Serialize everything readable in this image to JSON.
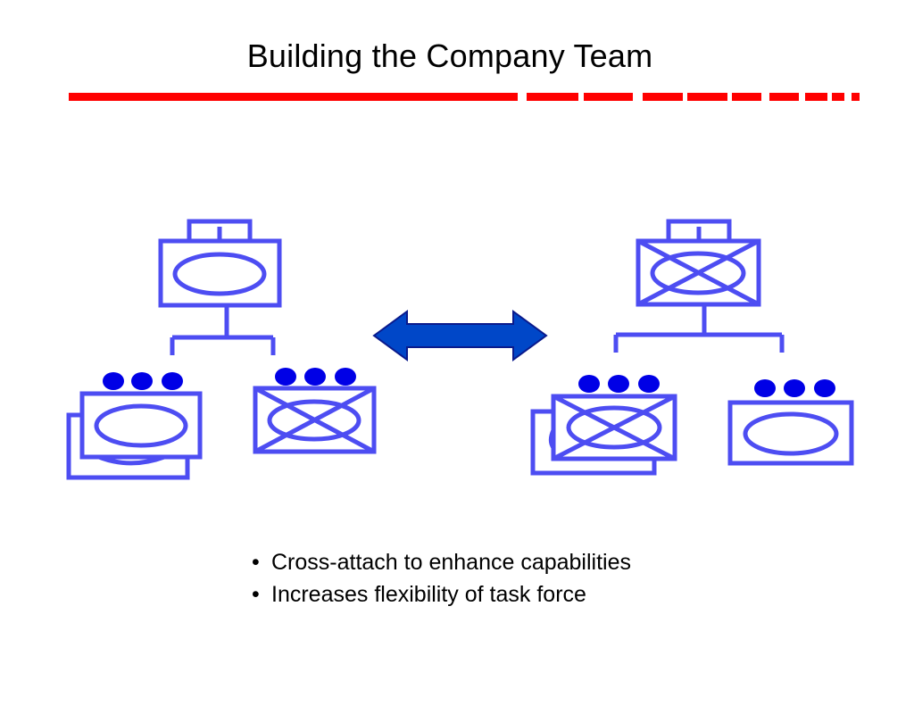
{
  "slide": {
    "title": "Building the Company Team",
    "bullets": [
      "Cross-attach to enhance capabilities",
      "Increases flexibility of task force"
    ]
  },
  "colors": {
    "title_rule": "#ff0000",
    "unit_symbol": "#4d4df2",
    "size_dots": "#0000e6",
    "arrow_fill": "#0047c8",
    "arrow_stroke": "#0a1a8c"
  },
  "diagram": {
    "left_team": {
      "headquarters_symbol": "armor",
      "subunits": [
        "armor",
        "infantry"
      ],
      "armor_subunit_stacked": true
    },
    "right_team": {
      "headquarters_symbol": "infantry",
      "subunits": [
        "infantry",
        "armor"
      ],
      "infantry_subunit_stacked": true
    },
    "connector_icon": "double-headed-arrow"
  }
}
